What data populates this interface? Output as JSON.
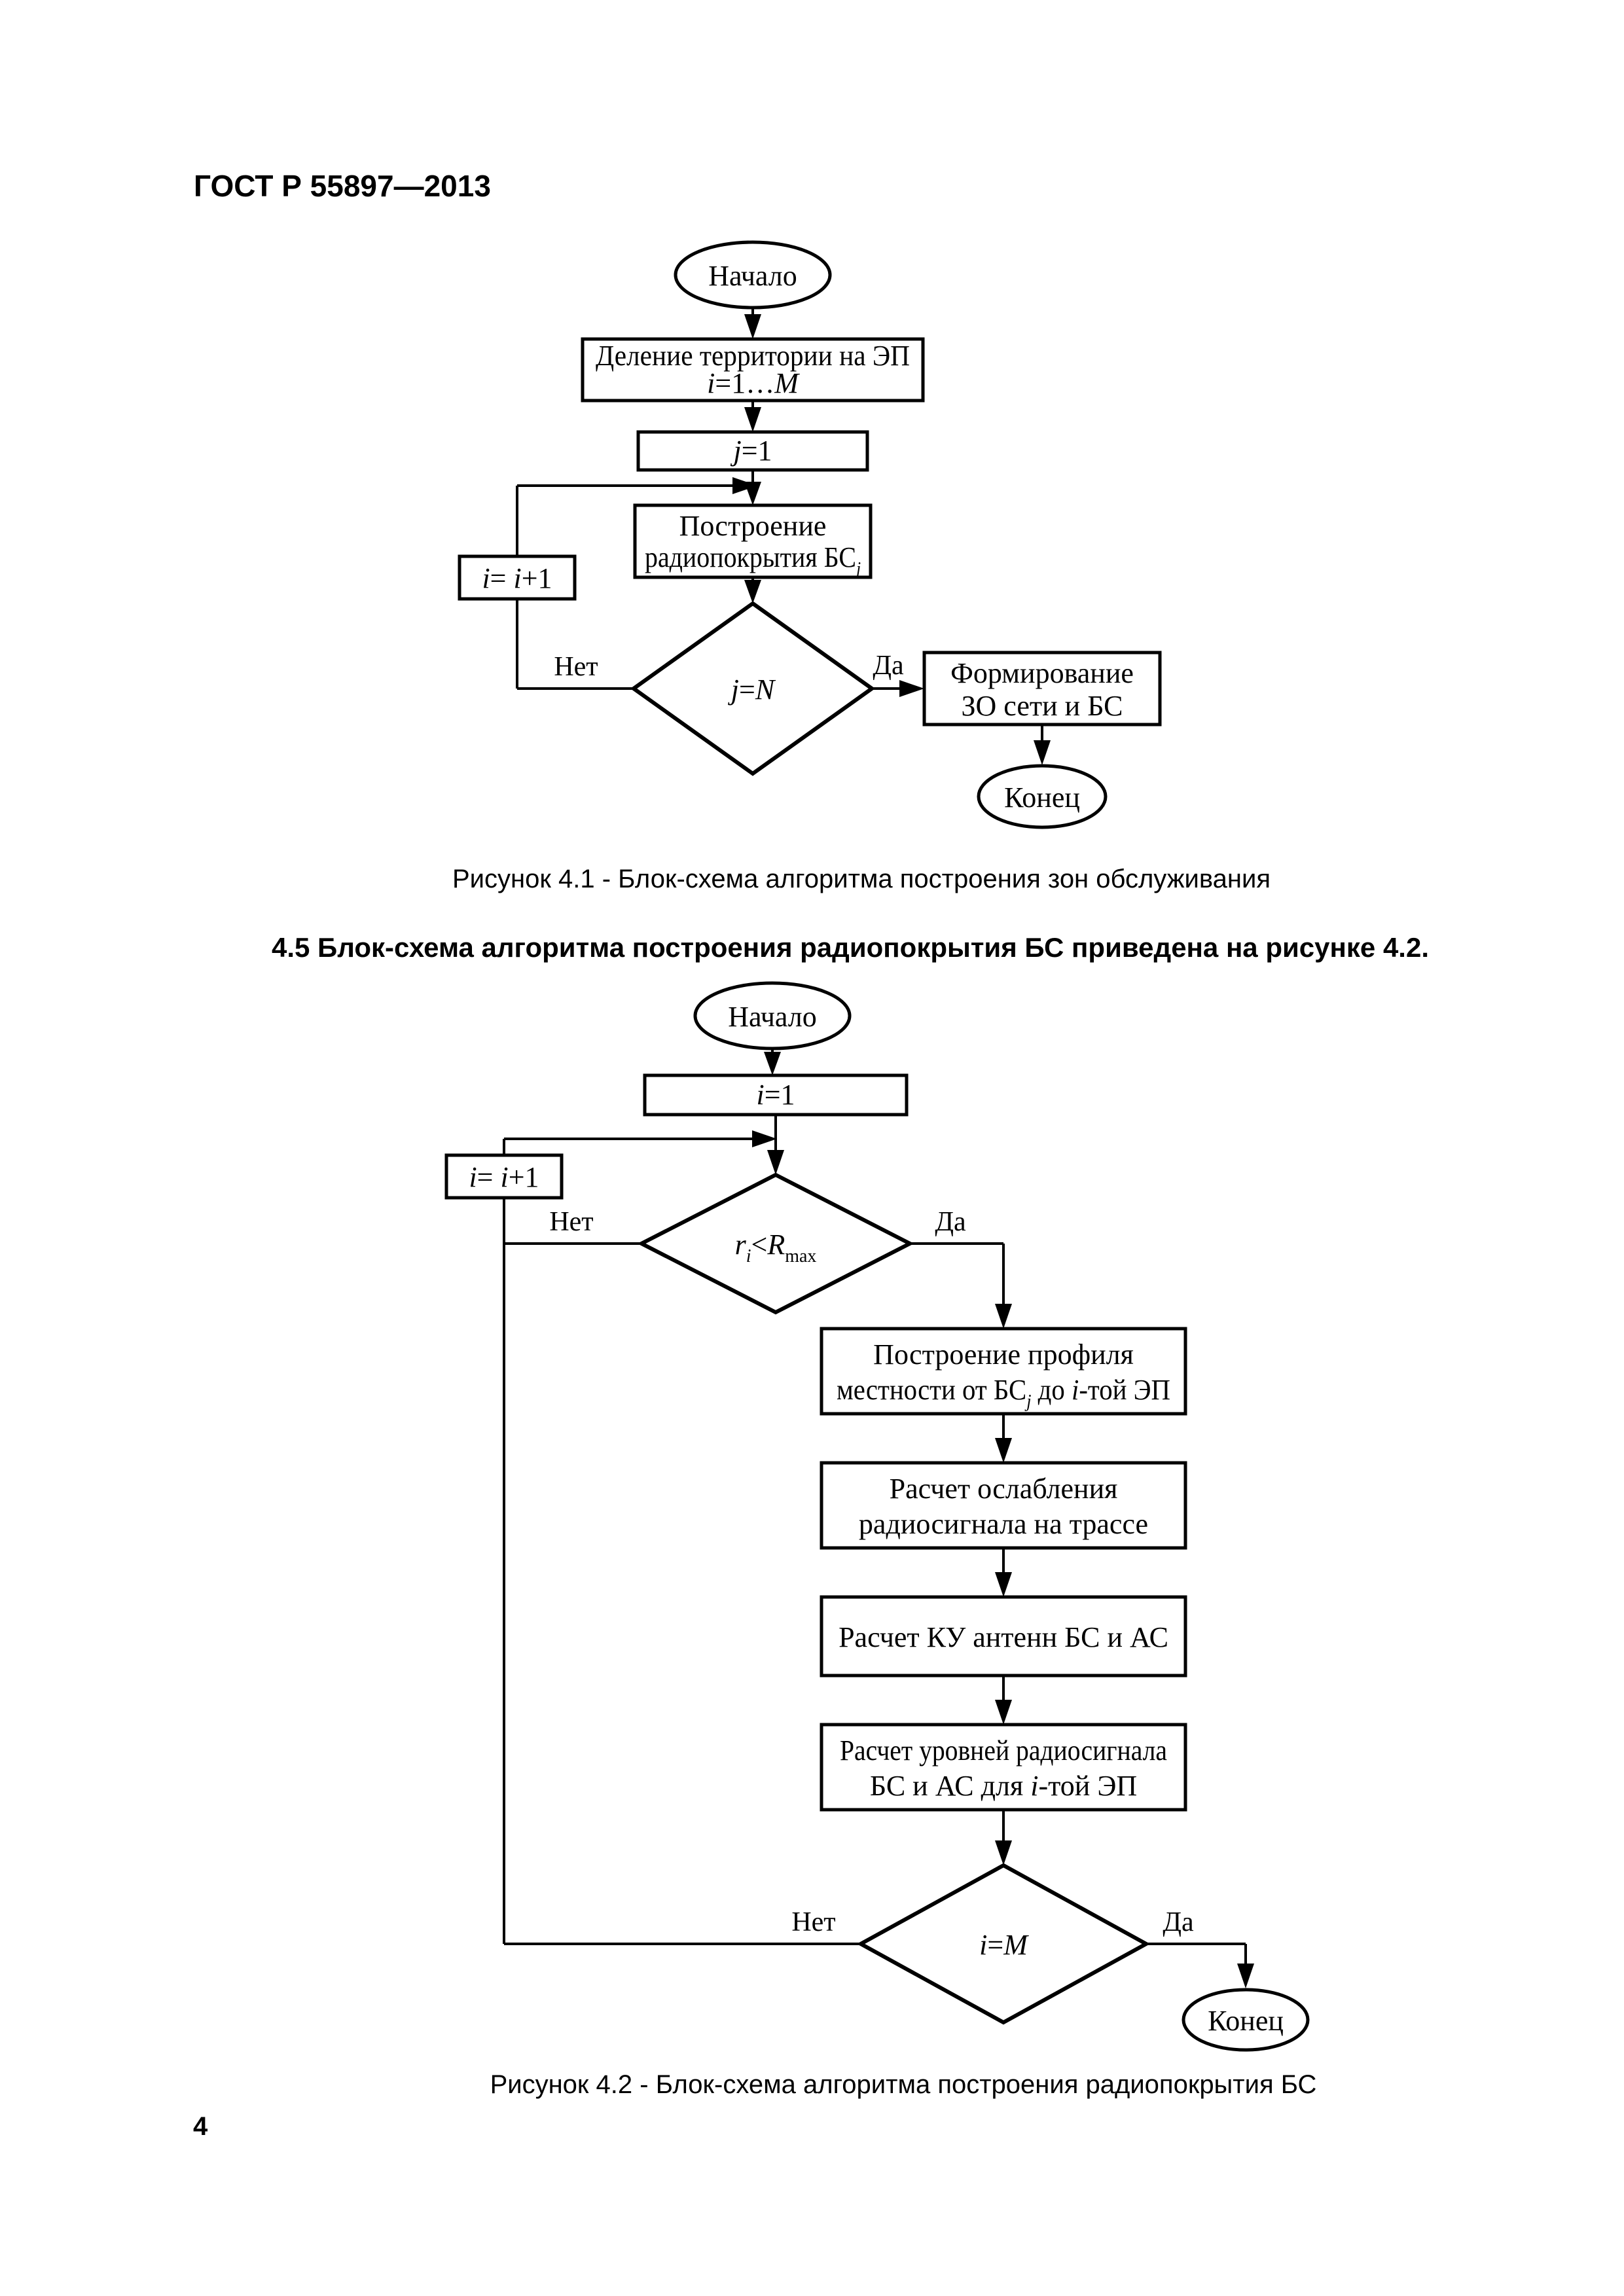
{
  "page": {
    "header": "ГОСТ Р 55897—2013",
    "section_heading": "4.5 Блок-схема алгоритма построения радиопокрытия БС приведена на рисунке 4.2.",
    "page_number": "4"
  },
  "figure1": {
    "caption": "Рисунок 4.1 - Блок-схема алгоритма построения зон обслуживания",
    "start_label": "Начало",
    "end_label": "Конец",
    "yes_label": "Да",
    "no_label": "Нет",
    "divide_territory": {
      "line1": "Деление территории на ЭП",
      "var_i": "i",
      "mid": "=1…",
      "var_m": "M"
    },
    "init_j": {
      "var_j": "j",
      "rest": "=1"
    },
    "build_coverage": {
      "line1": "Построение",
      "line2": "радиопокрытия БС",
      "sub_j": "j"
    },
    "increment": {
      "var1": "i",
      "eq": "= ",
      "var2": "i",
      "rest": "+1"
    },
    "condition": {
      "var1": "j",
      "eq": "=",
      "var2": "N"
    },
    "form_zones": {
      "line1": "Формирование",
      "line2": "ЗО сети и БС"
    }
  },
  "figure2": {
    "caption": "Рисунок 4.2 - Блок-схема алгоритма построения радиопокрытия БС",
    "start_label": "Начало",
    "end_label": "Конец",
    "yes_label": "Да",
    "no_label": "Нет",
    "init_i": {
      "var_i": "i",
      "rest": "=1"
    },
    "increment": {
      "var1": "i",
      "eq": "= ",
      "var2": "i",
      "rest": "+1"
    },
    "condition_r": {
      "var_r": "r",
      "sub_i": "i",
      "lt": "<",
      "var_R": "R",
      "sub_max": "max"
    },
    "build_profile": {
      "line1": "Построение профиля",
      "l2a": "местности от БС",
      "sub_j": "j",
      "l2b": " до ",
      "var_i": "i",
      "l2c": "-той ЭП"
    },
    "calc_attenuation": {
      "line1": "Расчет ослабления",
      "line2": "радиосигнала на трассе"
    },
    "calc_gain": {
      "line1": "Расчет КУ антенн БС и АС"
    },
    "calc_levels": {
      "line1": "Расчет уровней радиосигнала",
      "l2a": "БС и АС для ",
      "var_i": "i",
      "l2b": "-той ЭП"
    },
    "condition_m": {
      "var1": "i",
      "eq": "=",
      "var2": "M"
    }
  }
}
